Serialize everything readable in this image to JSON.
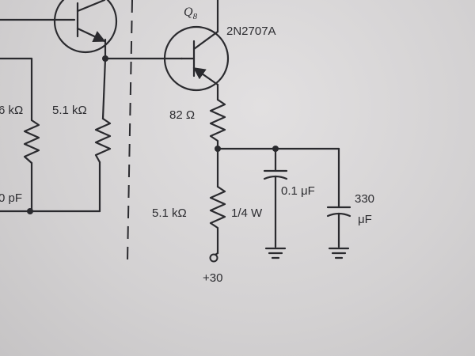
{
  "labels": {
    "q8": "Q",
    "q8_sub": "8",
    "transistor_part": "2N2707A",
    "r_82": "82 Ω",
    "r_5k1_left": "5.1 kΩ",
    "r_6k": "6 kΩ",
    "cap_pf": "0 pF",
    "r_5k1_bottom": "5.1 kΩ",
    "power_rating": "1/4 W",
    "cap_01": "0.1 μF",
    "cap_330_value": "330",
    "cap_330_unit": "μF",
    "supply": "+30"
  }
}
